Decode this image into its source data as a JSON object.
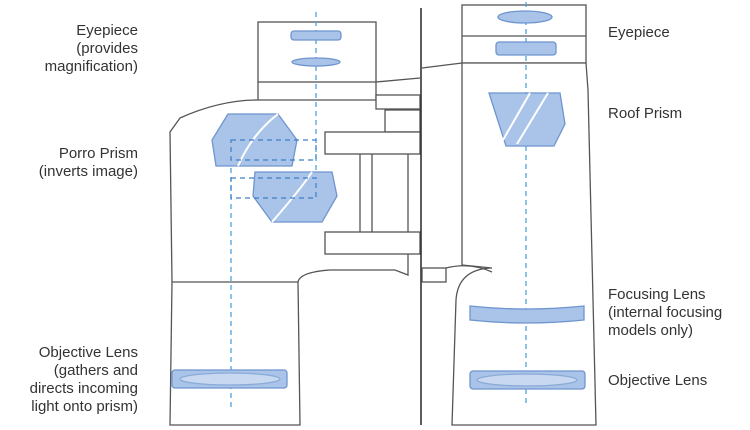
{
  "colors": {
    "outline": "#555555",
    "optic_fill": "#a9c4e8",
    "optic_stroke": "#6f95cf",
    "axis": "#4fa3dc",
    "divider": "#333333"
  },
  "left_labels": {
    "eyepiece": [
      "Eyepiece",
      "(provides",
      "magnification)"
    ],
    "porro_prism": [
      "Porro Prism",
      "(inverts image)"
    ],
    "objective_lens": [
      "Objective Lens",
      "(gathers and",
      "directs incoming",
      "light onto prism)"
    ]
  },
  "right_labels": {
    "eyepiece": [
      "Eyepiece"
    ],
    "roof_prism": [
      "Roof Prism"
    ],
    "focusing_lens": [
      "Focusing Lens",
      "(internal focusing",
      "models only)"
    ],
    "objective_lens": [
      "Objective Lens"
    ]
  }
}
